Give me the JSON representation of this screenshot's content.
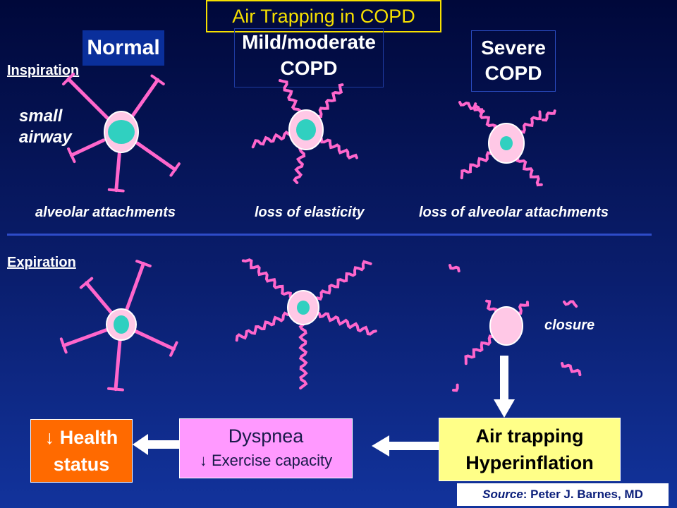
{
  "title": "Air Trapping in COPD",
  "headers": {
    "normal": "Normal",
    "mild_line1": "Mild/moderate",
    "mild_line2": "COPD",
    "severe_line1": "Severe",
    "severe_line2": "COPD"
  },
  "rows": {
    "inspiration": "Inspiration",
    "expiration": "Expiration"
  },
  "small_airway": {
    "line1": "small",
    "line2": "airway"
  },
  "captions": {
    "normal": "alveolar attachments",
    "mild": "loss of elasticity",
    "severe": "loss of alveolar attachments",
    "closure": "closure"
  },
  "boxes": {
    "health_line1": "↓ Health",
    "health_line2": "status",
    "dyspnea_line1": "Dyspnea",
    "dyspnea_line2": "↓ Exercise capacity",
    "air_line1": "Air trapping",
    "air_line2": "Hyperinflation"
  },
  "source": {
    "label": "Source",
    "text": ":  Peter J. Barnes, MD"
  },
  "colors": {
    "attachment": "#ff66cc",
    "airway_wall": "#ffc8e6",
    "lumen": "#30d0c0",
    "box_health": "#ff6a00",
    "box_dyspnea": "#ff99ff",
    "box_air": "#ffff88",
    "title": "#f6e000"
  }
}
